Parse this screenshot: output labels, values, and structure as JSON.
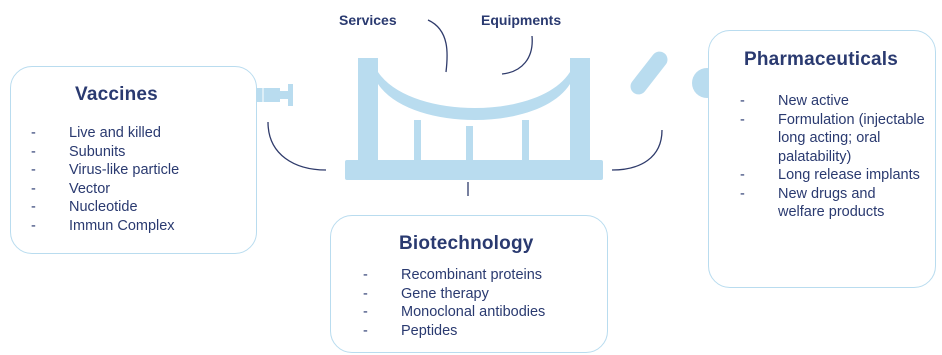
{
  "top_labels": {
    "services": "Services",
    "equipments": "Equipments"
  },
  "vaccines": {
    "title": "Vaccines",
    "items": [
      "Live and killed",
      "Subunits",
      "Virus-like particle",
      "Vector",
      "Nucleotide",
      "Immun Complex"
    ]
  },
  "biotechnology": {
    "title": "Biotechnology",
    "items": [
      "Recombinant proteins",
      "Gene therapy",
      "Monoclonal antibodies",
      "Peptides"
    ]
  },
  "pharmaceuticals": {
    "title": "Pharmaceuticals",
    "items": [
      "New active",
      "Formulation (injectable long acting; oral palatability)",
      "Long release implants",
      "New drugs and welfare products"
    ]
  },
  "icons": {
    "syringe": "syringe-icon",
    "pill": "pill-icon",
    "bridge": "bridge-icon"
  },
  "colors": {
    "accent_light": "#b9dcef",
    "text_dark": "#2a3a70",
    "connector": "#2f3b6b"
  }
}
